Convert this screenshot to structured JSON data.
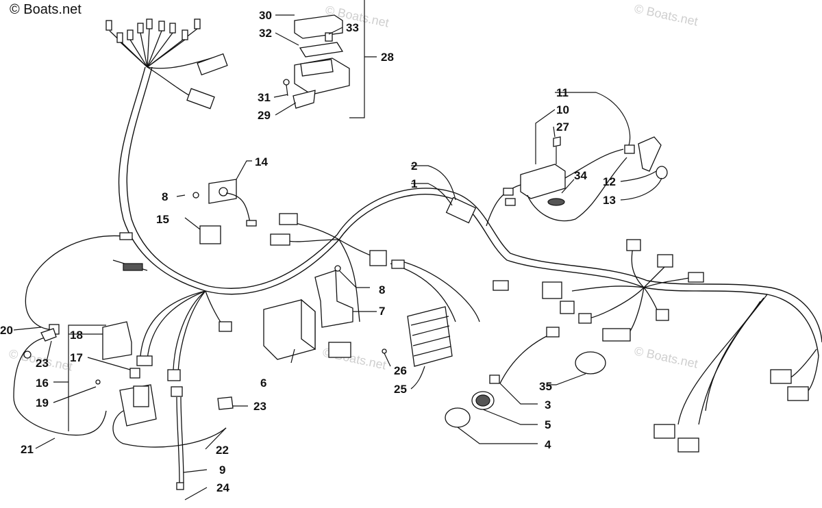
{
  "watermark": {
    "main": "© Boats.net",
    "faint": "© Boats.net"
  },
  "callouts": [
    "1",
    "2",
    "3",
    "4",
    "5",
    "6",
    "7",
    "8",
    "8",
    "9",
    "10",
    "11",
    "12",
    "13",
    "14",
    "15",
    "16",
    "17",
    "18",
    "19",
    "20",
    "21",
    "22",
    "23",
    "23",
    "24",
    "25",
    "26",
    "27",
    "28",
    "29",
    "30",
    "31",
    "32",
    "33",
    "34",
    "35"
  ]
}
